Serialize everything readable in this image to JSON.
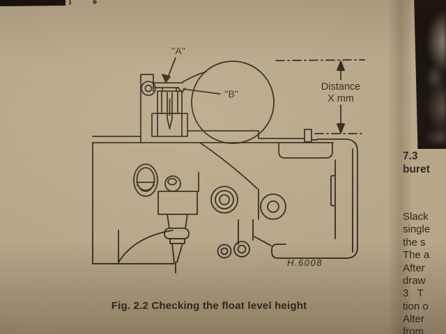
{
  "figure": {
    "caption": "Fig. 2.2 Checking the float level height",
    "drawing_number": "H.6008",
    "labels": {
      "a": "''A''",
      "b": "''B''"
    },
    "dimension_label": {
      "line1": "Distance",
      "line2": "X mm"
    }
  },
  "adjacent_column": {
    "photo_caption_lines": [
      "7.3",
      "buret"
    ],
    "text_lines": [
      "Slack",
      "single",
      "the s",
      "The a",
      "After",
      "draw",
      "3   T",
      "tion o",
      "Alter",
      "from"
    ]
  },
  "colors": {
    "paper": "#b7a689",
    "ink": "#2f2619",
    "photo_dark": "#17120d"
  }
}
